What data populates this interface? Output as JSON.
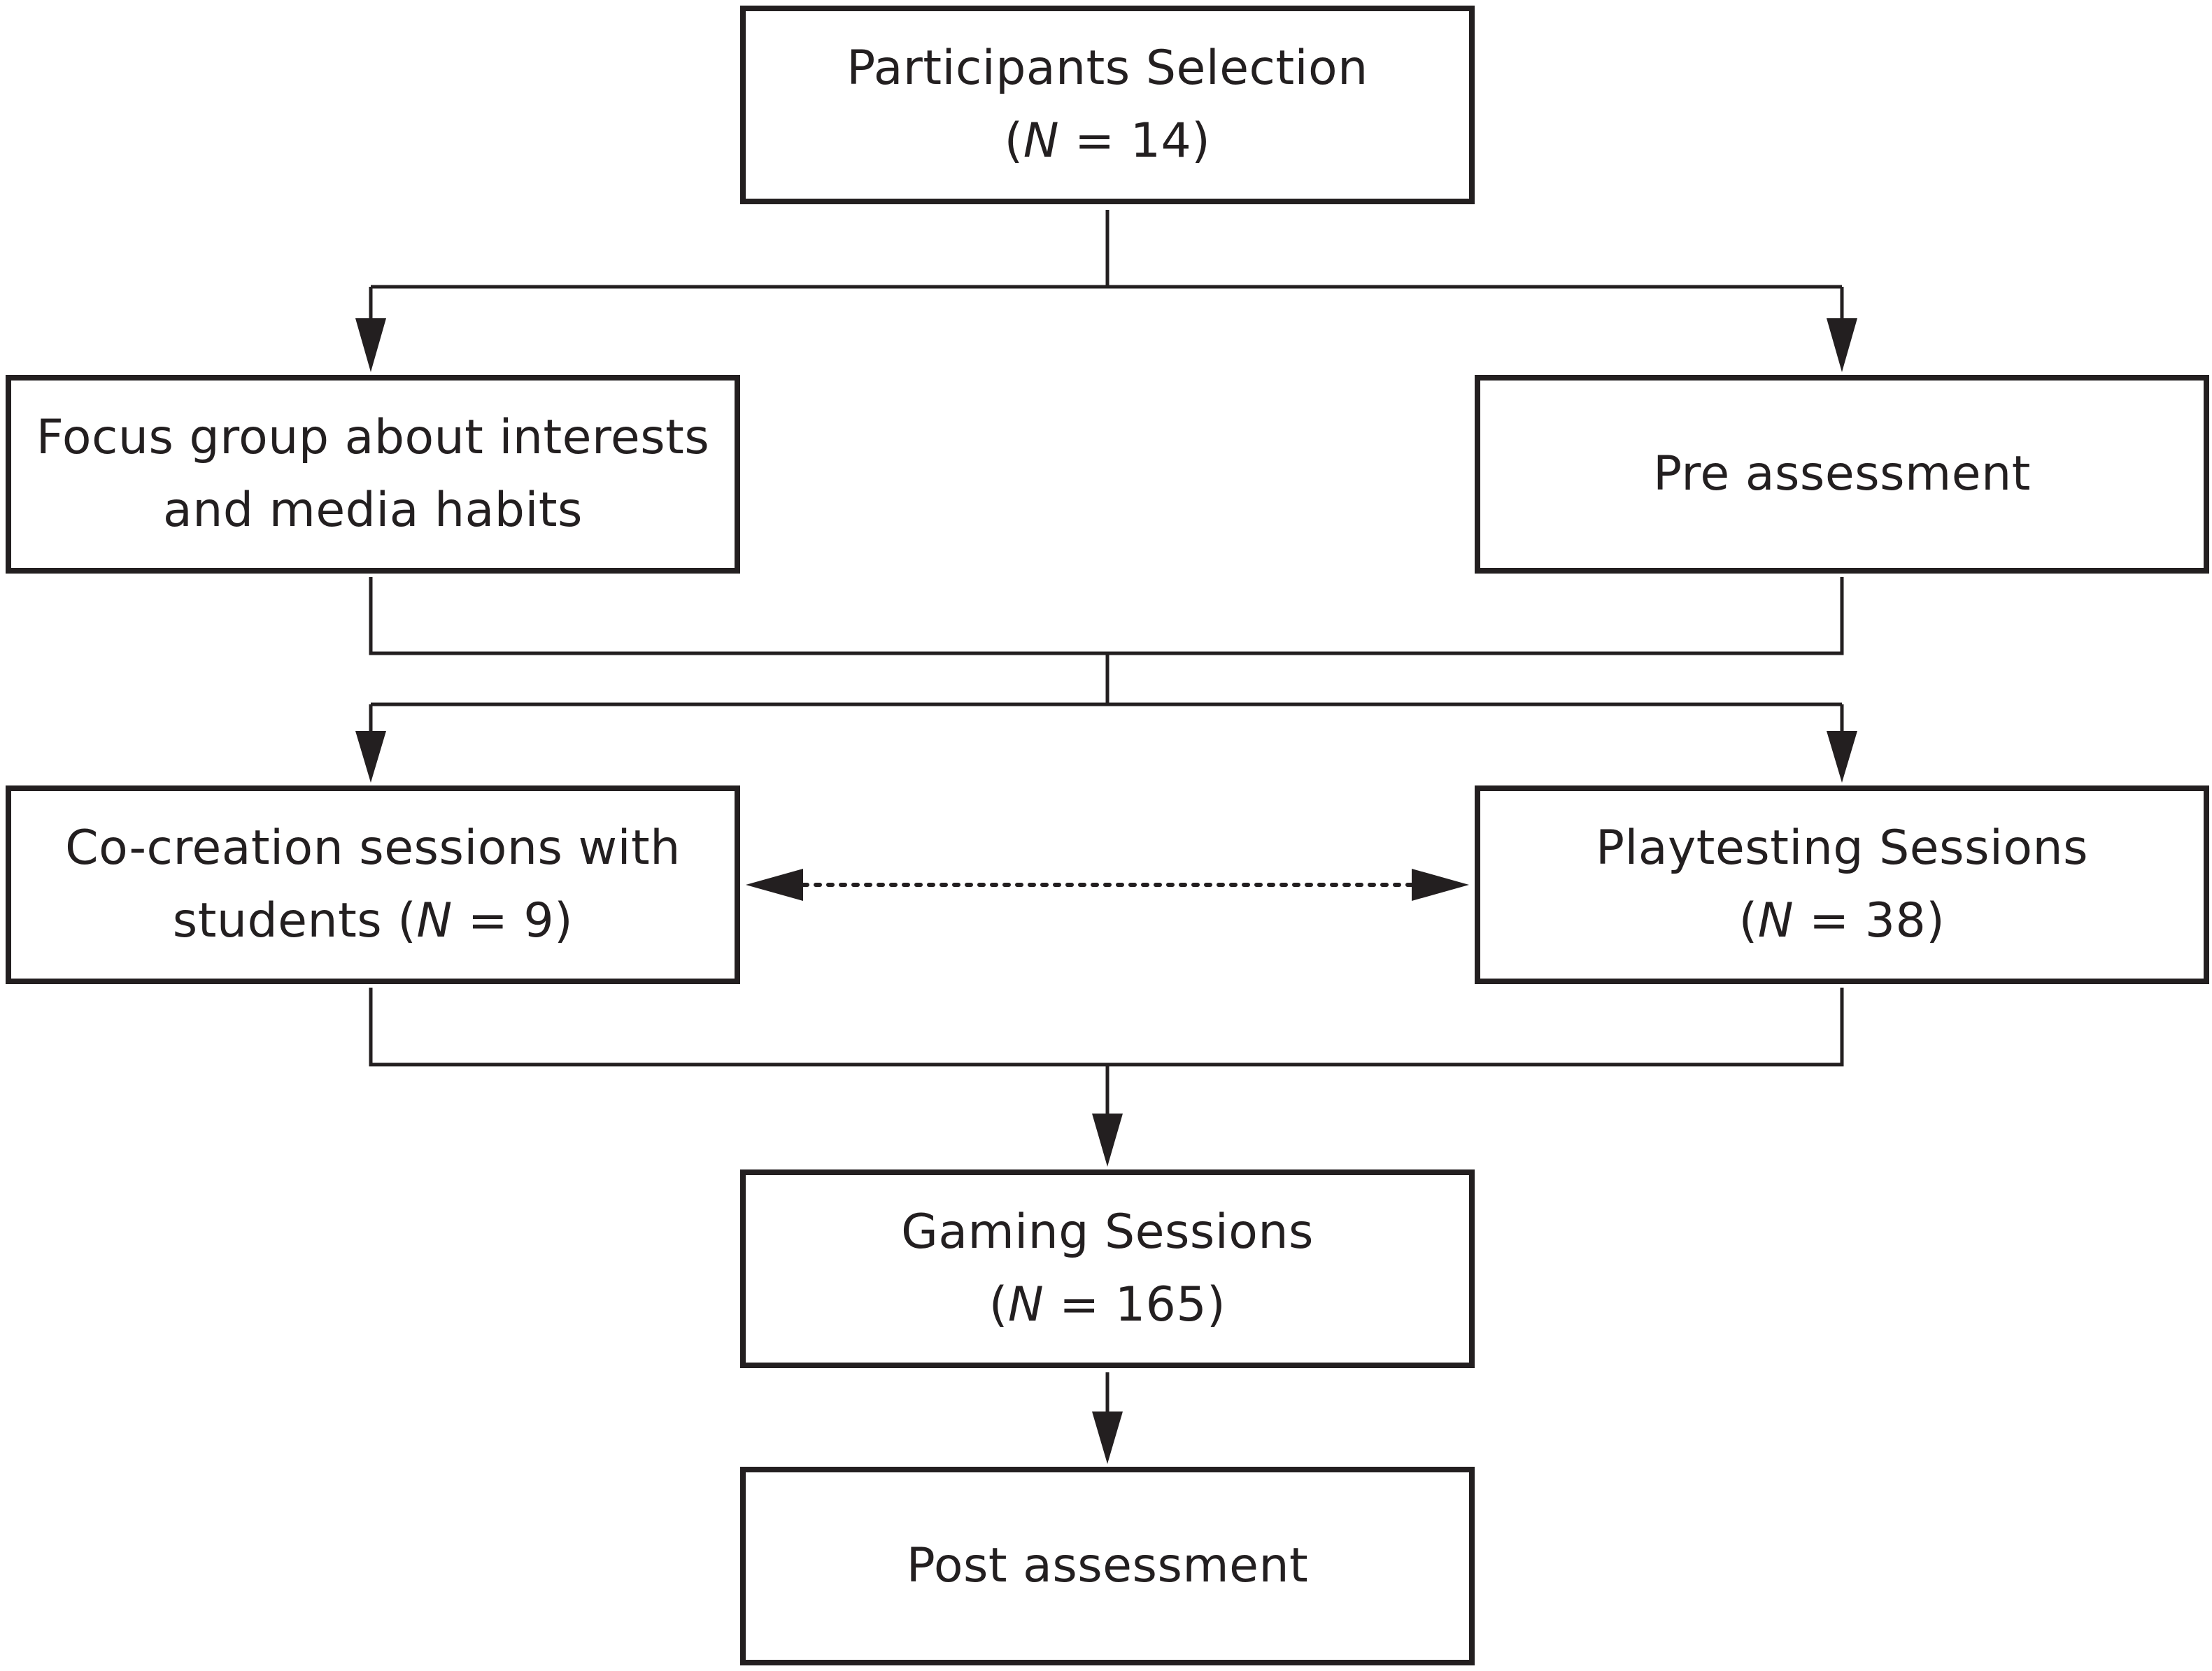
{
  "diagram": {
    "nodes": {
      "participants": {
        "line1": "Participants Selection",
        "n_open": "(",
        "n_symbol": "N",
        "n_rest": " = 14)"
      },
      "focus": {
        "line1": "Focus group about interests",
        "line2": "and media habits"
      },
      "pre": {
        "line1": "Pre assessment"
      },
      "cocreation": {
        "line1": "Co-creation sessions with",
        "line2_prefix": "students (",
        "n_symbol": "N",
        "n_rest": " = 9)"
      },
      "playtesting": {
        "line1": "Playtesting Sessions",
        "n_open": "(",
        "n_symbol": "N",
        "n_rest": " = 38)"
      },
      "gaming": {
        "line1": "Gaming Sessions",
        "n_open": "(",
        "n_symbol": "N",
        "n_rest": " = 165)"
      },
      "post": {
        "line1": "Post assessment"
      }
    },
    "colors": {
      "stroke": "#231f20",
      "text": "#231f20",
      "background": "#ffffff"
    }
  }
}
